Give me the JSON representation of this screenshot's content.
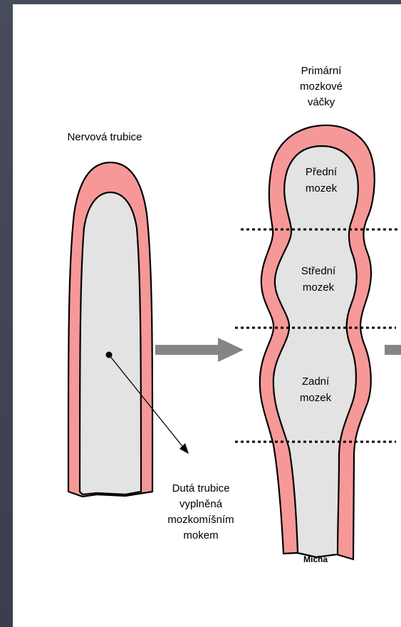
{
  "colors": {
    "outer_wall": "#f79898",
    "lumen": "#e3e3e3",
    "arrow": "#858585",
    "background": "#ffffff",
    "frame": "#3c4150"
  },
  "neural_tube": {
    "title": "Nervová trubice",
    "pointer_label": [
      "Dutá trubice",
      "vyplněná",
      "mozkomíšním",
      "mokem"
    ]
  },
  "vesicles": {
    "title": [
      "Primární",
      "mozkové",
      "váčky"
    ],
    "forebrain": [
      "Přední",
      "mozek"
    ],
    "midbrain": [
      "Střední",
      "mozek"
    ],
    "hindbrain": [
      "Zadní",
      "mozek"
    ],
    "spinal_cord": "Mícha"
  }
}
